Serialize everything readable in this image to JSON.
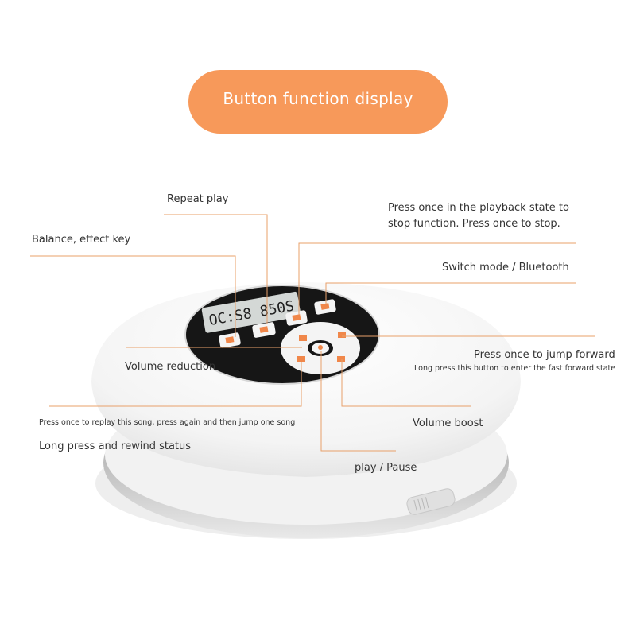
{
  "banner": {
    "title": "Button function display"
  },
  "display": {
    "text": "OC:S8 850S"
  },
  "labels": {
    "repeat_play": "Repeat play",
    "balance_effect": "Balance, effect key",
    "stop_line1": "Press once in the playback state to",
    "stop_line2": "stop function. Press once to stop.",
    "switch_mode": "Switch mode / Bluetooth",
    "jump_forward": "Press once to jump forward",
    "fast_forward": "Long press this button to enter the fast forward state",
    "volume_reduction": "Volume reduction",
    "replay_song": "Press once to replay this song, press again and then jump one song",
    "volume_boost": "Volume boost",
    "rewind_status": "Long press and rewind status",
    "play_pause": "play / Pause"
  },
  "colors": {
    "banner": "#f7995a",
    "callout_line": "#e8a06a",
    "button_key": "#f0874a",
    "panel": "#161616"
  }
}
